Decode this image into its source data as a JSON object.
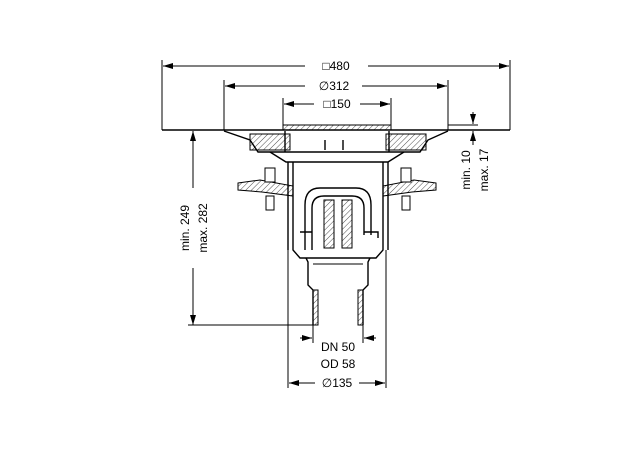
{
  "dimensions": {
    "plate_width": "□480",
    "flange_diameter": "∅312",
    "grate_width": "□150",
    "height_min": "min. 249",
    "height_max": "max. 282",
    "cover_min": "min. 10",
    "cover_max": "max. 17",
    "outlet_dn": "DN 50",
    "outlet_od": "OD 58",
    "body_diameter": "∅135"
  }
}
